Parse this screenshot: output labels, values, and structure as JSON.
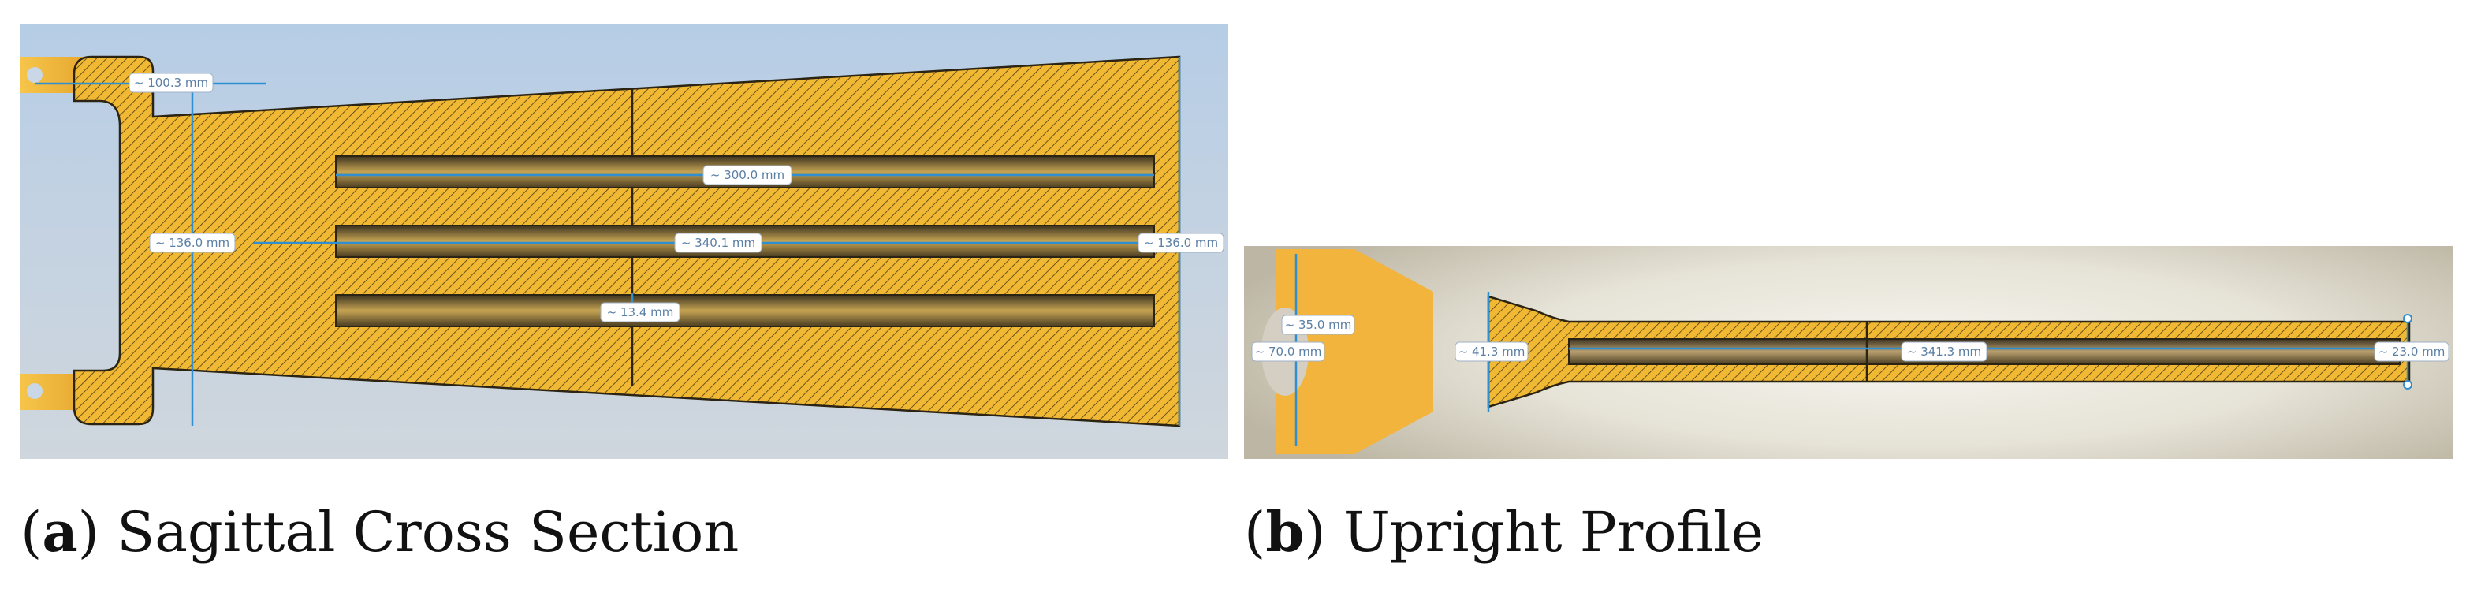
{
  "panel_a": {
    "dimensions": {
      "top_width": "~ 100.3 mm",
      "slot_length": "~ 300.0 mm",
      "inner_height": "~ 136.0 mm",
      "center_length": "~ 340.1 mm",
      "right_height": "~ 136.0 mm",
      "wall_thickness": "~ 13.4 mm"
    },
    "caption_letter": "a",
    "caption_text": "Sagittal Cross Section"
  },
  "panel_b": {
    "dimensions": {
      "half_height": "~ 35.0 mm",
      "full_height": "~ 70.0 mm",
      "neck_height": "~ 41.3 mm",
      "length": "~ 341.3 mm",
      "tip_height": "~ 23.0 mm"
    },
    "caption_letter": "b",
    "caption_text": "Upright Profile"
  },
  "colors": {
    "part_fill": "#f0b833",
    "dimension_line": "#2f8fd0",
    "label_text": "#5b7fa3"
  }
}
